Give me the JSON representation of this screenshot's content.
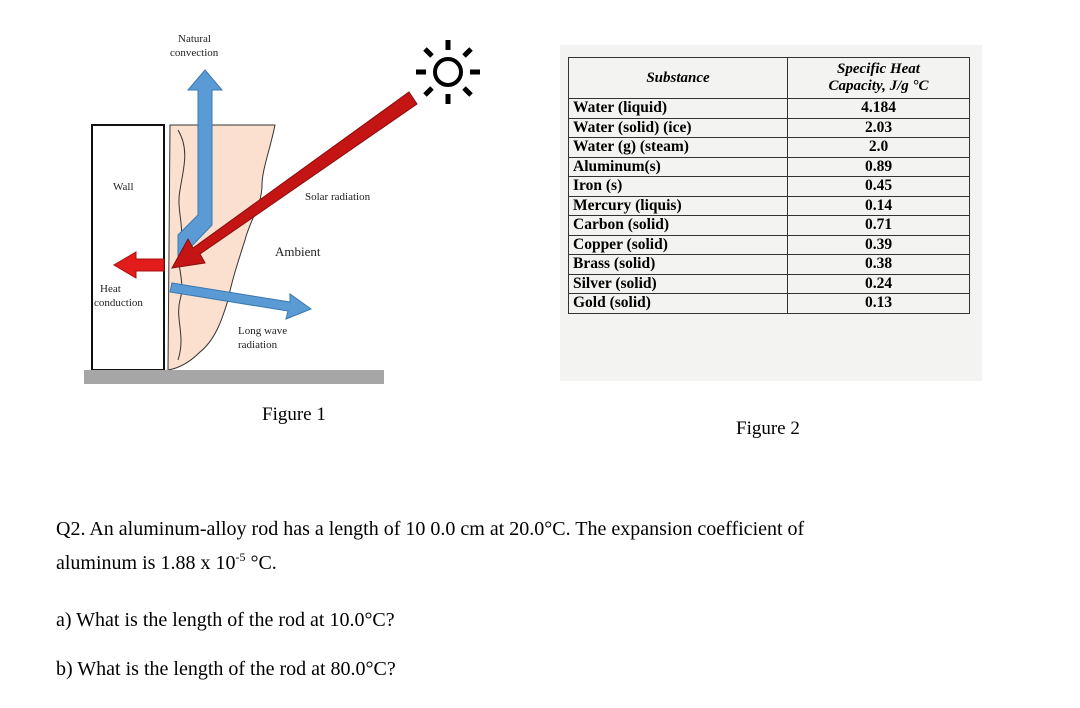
{
  "figure1": {
    "labels": {
      "natural_line1": "Natural",
      "natural_line2": "convection",
      "wall": "Wall",
      "solar": "Solar radiation",
      "ambient": "Ambient",
      "heat_line1": "Heat",
      "heat_line2": "conduction",
      "longwave_line1": "Long wave",
      "longwave_line2": "radiation"
    },
    "caption": "Figure 1",
    "icons": [
      "sun-icon"
    ],
    "colors": {
      "solar_arrow": "#c41414",
      "heat_arrow": "#e21b1b",
      "convection_arrow": "#5b9bd5",
      "boundary_layer": "#fbe0cf",
      "ground": "#a6a6a6"
    }
  },
  "figure2": {
    "caption": "Figure 2",
    "headers": {
      "substance": "Substance",
      "heat_line1": "Specific Heat",
      "heat_line2": "Capacity, J/g °C"
    },
    "rows": [
      {
        "substance": "Water (liquid)",
        "value": "4.184"
      },
      {
        "substance": "Water (solid) (ice)",
        "value": "2.03"
      },
      {
        "substance": "Water (g) (steam)",
        "value": "2.0"
      },
      {
        "substance": "Aluminum(s)",
        "value": "0.89"
      },
      {
        "substance": "Iron (s)",
        "value": "0.45"
      },
      {
        "substance": "Mercury (liquis)",
        "value": "0.14"
      },
      {
        "substance": "Carbon (solid)",
        "value": "0.71"
      },
      {
        "substance": "Copper (solid)",
        "value": "0.39"
      },
      {
        "substance": "Brass (solid)",
        "value": "0.38"
      },
      {
        "substance": "Silver (solid)",
        "value": "0.24"
      },
      {
        "substance": "Gold (solid)",
        "value": "0.13"
      }
    ]
  },
  "question": {
    "line1": "Q2. An aluminum-alloy rod has a length of 10 0.0 cm at 20.0°C.  The expansion coefficient of",
    "line2_pre": "aluminum is 1.88 x 10",
    "line2_exp": "-5",
    "line2_post": " °C.",
    "part_a": "a) What is the length of the rod at   10.0°C?",
    "part_b": "b) What is the length of the rod at   80.0°C?"
  }
}
